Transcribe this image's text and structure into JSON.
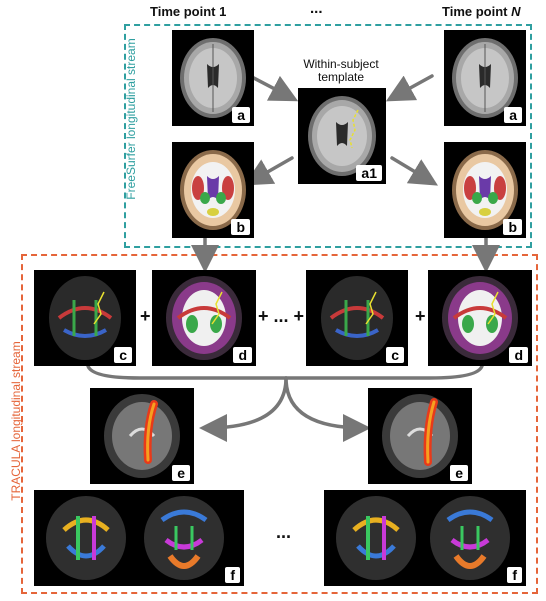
{
  "headers": {
    "time_point_1": "Time point 1",
    "ellipsis": "...",
    "time_point_n": "Time point N"
  },
  "streams": {
    "freesurfer": "FreeSurfer longitudinal stream",
    "tracula": "TRACULA longitudinal stream"
  },
  "template_label": "Within-subject template",
  "panel_labels": {
    "a": "a",
    "a1": "a1",
    "b": "b",
    "c": "c",
    "d": "d",
    "e": "e",
    "f": "f"
  },
  "operators": {
    "plus": "+",
    "plus_ellipsis": "+ ... +",
    "ellipsis": "..."
  },
  "colors": {
    "freesurfer_border": "#2f9fa0",
    "tracula_border": "#e5653a",
    "arrow": "#777777",
    "tract_highlight": "#e8e030"
  }
}
